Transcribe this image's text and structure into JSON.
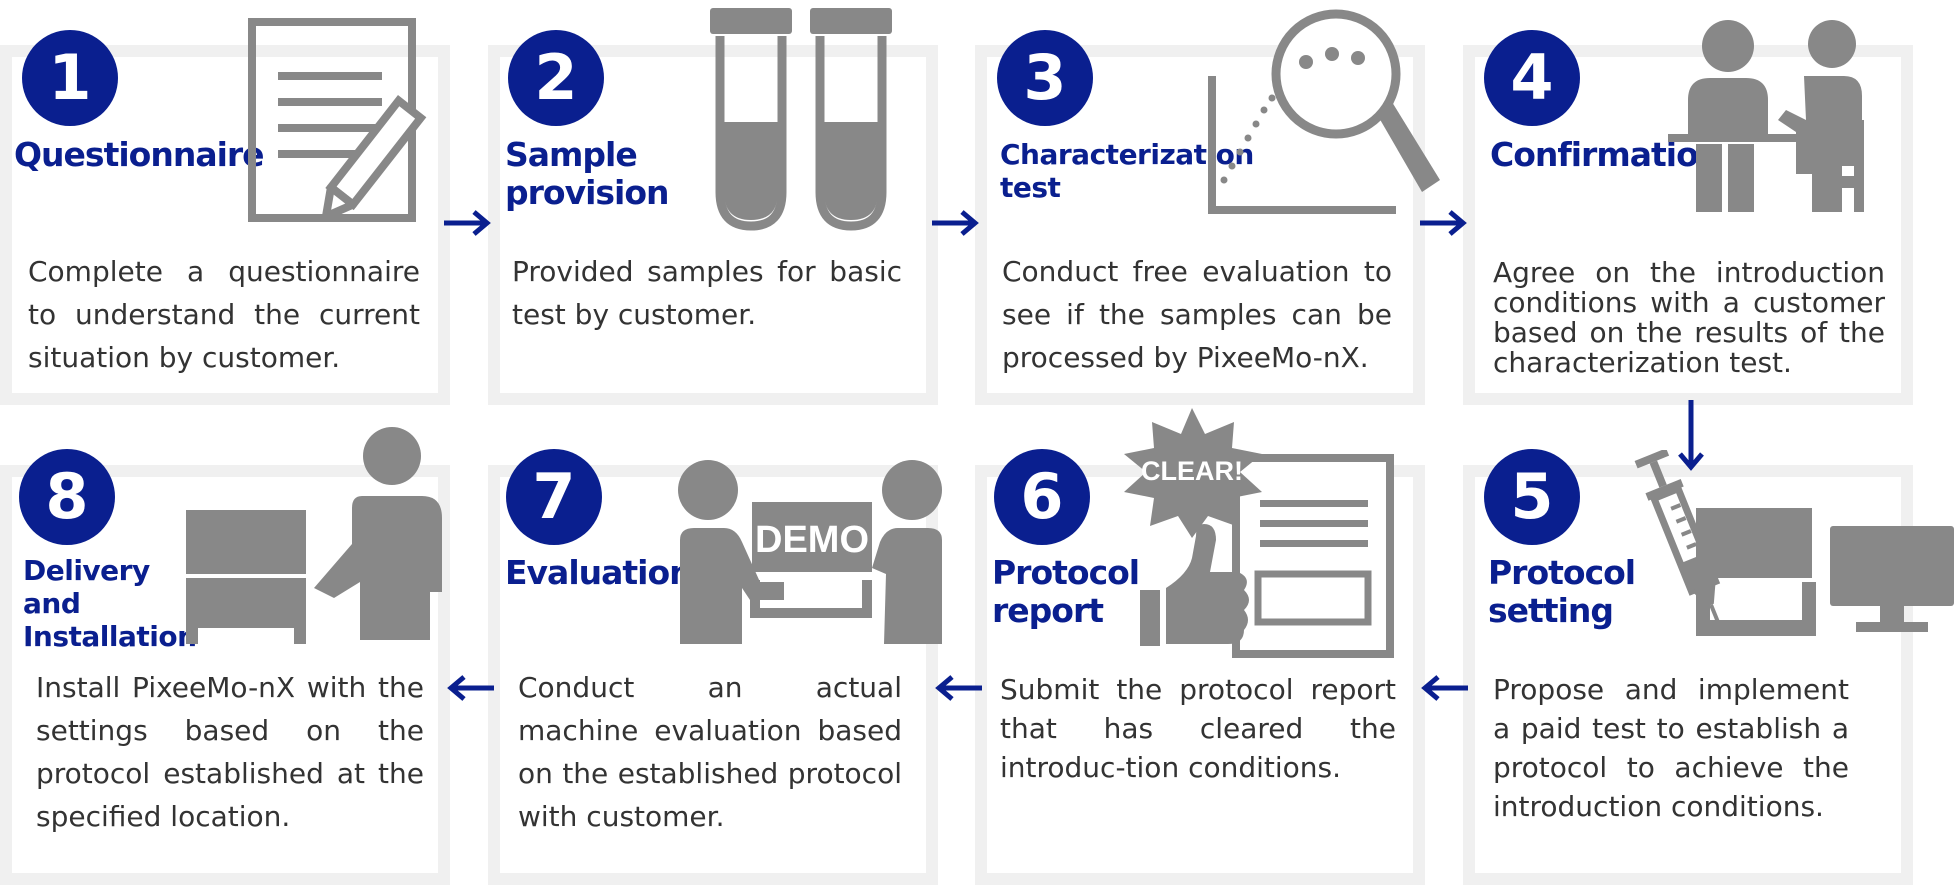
{
  "colors": {
    "accent": "#0a1f8f",
    "icon_gray": "#888888",
    "card_border": "#f0f0f0",
    "text": "#333333"
  },
  "steps": [
    {
      "number": "1",
      "title": "Questionnaire",
      "description": "Complete a questionnaire to understand the current situation by customer.",
      "icon": "document-pencil-icon"
    },
    {
      "number": "2",
      "title": "Sample\nprovision",
      "description": "Provided samples for basic test by customer.",
      "icon": "test-tubes-icon"
    },
    {
      "number": "3",
      "title": "Characterization\ntest",
      "description": "Conduct free evaluation to see if the samples can be processed  by PixeeMo-nX.",
      "icon": "magnifier-graph-icon"
    },
    {
      "number": "4",
      "title": "Confirmation",
      "description": "Agree on the introduction conditions with a customer based on the results of the characterization test.",
      "icon": "meeting-people-icon"
    },
    {
      "number": "5",
      "title": "Protocol\nsetting",
      "description": "Propose and implement a paid test to establish a protocol to achieve the introduction conditions.",
      "icon": "syringe-machine-monitor-icon"
    },
    {
      "number": "6",
      "title": "Protocol\nreport",
      "description": "Submit the protocol report that has cleared the introduc-tion conditions.",
      "icon": "thumbs-up-report-icon",
      "badge": "CLEAR!"
    },
    {
      "number": "7",
      "title": "Evaluation",
      "description": "Conduct an actual machine evaluation based on the established protocol with customer.",
      "icon": "demo-people-icon",
      "badge": "DEMO"
    },
    {
      "number": "8",
      "title": "Delivery\nand\nInstallation",
      "description": "Install PixeeMo-nX with the settings based on the protocol established at the specified location.",
      "icon": "machine-person-icon"
    }
  ]
}
